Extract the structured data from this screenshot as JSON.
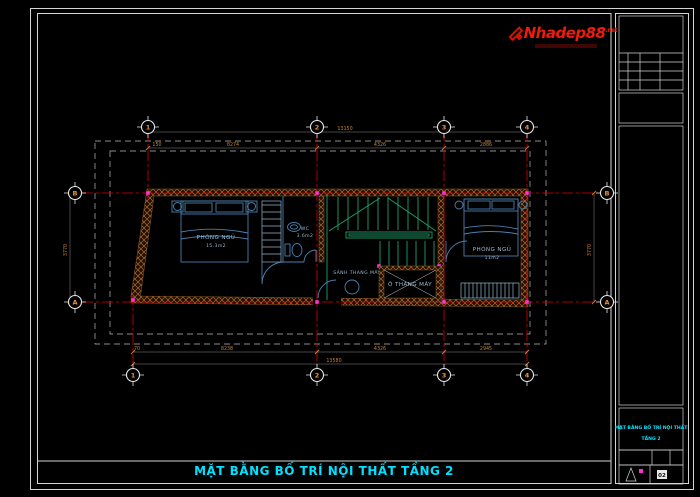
{
  "logo": {
    "name": "Nhadep88",
    "tld": ".net"
  },
  "title_bar": {
    "title": "MẶT BẰNG BỐ TRÍ NỘI THẤT TẦNG 2"
  },
  "sidebar": {
    "title_line1": "MẶT BẰNG BỐ TRÍ NỘI THẤT",
    "title_line2": "TẦNG 2",
    "sheet_no": "02"
  },
  "plan": {
    "rooms": [
      {
        "name": "PHÒNG NGỦ",
        "area": "15.3m2"
      },
      {
        "name": "WC",
        "area": "3.6m2"
      },
      {
        "name": "SẢNH THANG MÁY"
      },
      {
        "name": "PHÒNG NGỦ",
        "area": "11m2"
      },
      {
        "name": "Ô THANG MÁY"
      }
    ],
    "grid": {
      "cols": [
        "1",
        "2",
        "3",
        "4"
      ],
      "rows": [
        "B",
        "A"
      ]
    },
    "dimensions": {
      "top_total": "13150",
      "top": [
        "150",
        "8274",
        "4326",
        "2886"
      ],
      "bottom": [
        "70",
        "8238",
        "4326",
        "2945"
      ],
      "bottom_total": "13580",
      "left_side": "3770",
      "right_side": "3770"
    }
  },
  "colors": {
    "accent_red": "#ed1b0c",
    "cyan": "#00e0ff",
    "dim_orange": "#c28134",
    "grid_red": "#dd0000",
    "wall_hatch": "#b06a2e",
    "furniture_blue": "#4a7fae",
    "stair_green": "#1fa06a",
    "corner_magenta": "#ff2fd4"
  }
}
